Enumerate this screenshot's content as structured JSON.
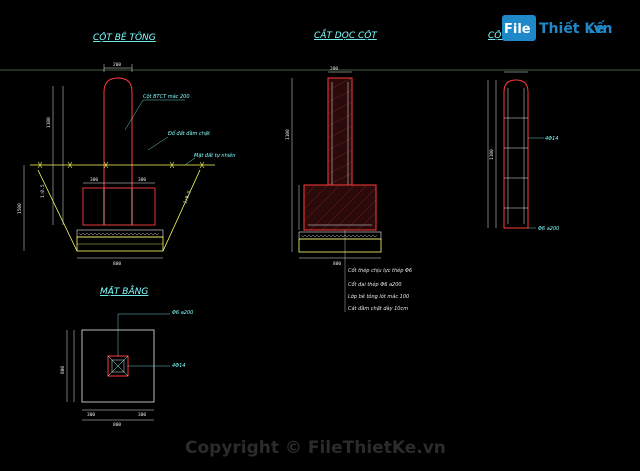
{
  "views": {
    "col_elevation_title": "CỘT BÊ TÔNG",
    "col_section_title": "CẮT DỌC CỘT",
    "col_cross_title": "CỘT",
    "plan_title": "MẶT BẰNG"
  },
  "notes": {
    "concrete_grade": "Cột BTCT mác 200",
    "backfill": "Đổ đất đầm chặt",
    "natural_ground": "Mặt đất tự nhiên",
    "main_rebar": "Cốt thép chịu lực thép Φ6",
    "stirrup_rebar": "Cốt đai thép Φ6 a200",
    "lean_concrete": "Lớp bê tông lót mác 100",
    "gravel_layer": "Cát đầm chặt dày 10cm",
    "dim_stirrup": "Φ6 a200",
    "dim_rebar": "4Φ14",
    "plan_rebar": "4Φ14",
    "plan_stirrup": "Φ6 a200"
  },
  "dims": {
    "col_width": "200",
    "footing_width": "800",
    "footing_half": "300",
    "slope": "1:0.5",
    "total_height": "1500",
    "plan_offset": "300",
    "plan_size": "800",
    "col_height": "1100"
  },
  "watermark": {
    "logo_prefix": "File",
    "logo_text": "Thiết Kế",
    "logo_suffix": ".vn",
    "copyright": "Copyright © FileThietKe.vn"
  },
  "colors": {
    "background": "#000000",
    "outline_red": "#ff3a3a",
    "annotation_cyan": "#7fffff",
    "yellow": "#ffff66",
    "green_line": "#7fbf7f",
    "white": "#e8e8e8"
  }
}
